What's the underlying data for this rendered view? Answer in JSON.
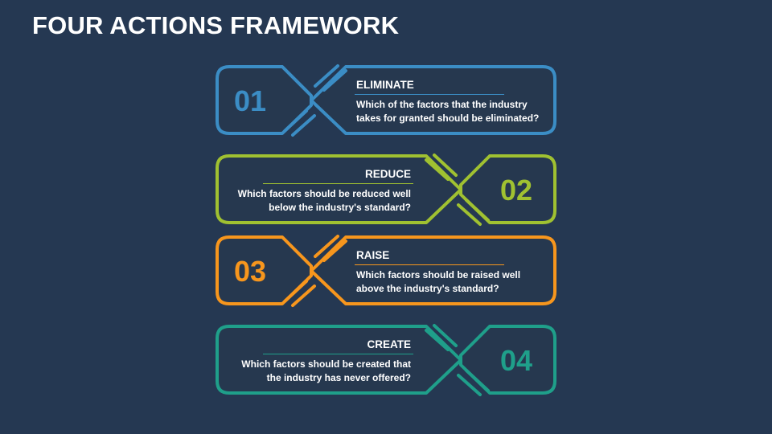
{
  "title": "FOUR ACTIONS FRAMEWORK",
  "colors": {
    "background": "#253852",
    "card_fill": "#26384f",
    "eliminate": "#3b8dc5",
    "reduce": "#a0c131",
    "raise": "#f7961d",
    "create": "#1f9f8a"
  },
  "actions": [
    {
      "number": "01",
      "label": "ELIMINATE",
      "lines": [
        "Which of the factors that the industry",
        "takes for granted should be eliminated?"
      ]
    },
    {
      "number": "02",
      "label": "REDUCE",
      "lines": [
        "Which factors should be reduced well",
        "below the industry's standard?"
      ]
    },
    {
      "number": "03",
      "label": "RAISE",
      "lines": [
        "Which factors should be raised well",
        "above the industry's standard?"
      ]
    },
    {
      "number": "04",
      "label": "CREATE",
      "lines": [
        "Which factors should be created that",
        "the industry has never offered?"
      ]
    }
  ]
}
